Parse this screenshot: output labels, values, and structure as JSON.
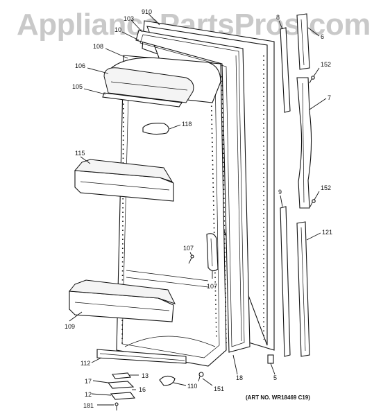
{
  "watermark": "AppliancePartsPros.com",
  "art_number": "(ART NO. WR18469 C19)",
  "callouts": [
    {
      "id": "910",
      "label": "910"
    },
    {
      "id": "103",
      "label": "103"
    },
    {
      "id": "10",
      "label": "10"
    },
    {
      "id": "108",
      "label": "108"
    },
    {
      "id": "106",
      "label": "106"
    },
    {
      "id": "105",
      "label": "105"
    },
    {
      "id": "118",
      "label": "118"
    },
    {
      "id": "115",
      "label": "115"
    },
    {
      "id": "107a",
      "label": "107"
    },
    {
      "id": "107b",
      "label": "107"
    },
    {
      "id": "109",
      "label": "109"
    },
    {
      "id": "112",
      "label": "112"
    },
    {
      "id": "13",
      "label": "13"
    },
    {
      "id": "17",
      "label": "17"
    },
    {
      "id": "12",
      "label": "12"
    },
    {
      "id": "16",
      "label": "16"
    },
    {
      "id": "181",
      "label": "181"
    },
    {
      "id": "110",
      "label": "110"
    },
    {
      "id": "151",
      "label": "151"
    },
    {
      "id": "18",
      "label": "18"
    },
    {
      "id": "5",
      "label": "5"
    },
    {
      "id": "8",
      "label": "8"
    },
    {
      "id": "6",
      "label": "6"
    },
    {
      "id": "152a",
      "label": "152"
    },
    {
      "id": "7",
      "label": "7"
    },
    {
      "id": "152b",
      "label": "152"
    },
    {
      "id": "9",
      "label": "9"
    },
    {
      "id": "121",
      "label": "121"
    }
  ]
}
